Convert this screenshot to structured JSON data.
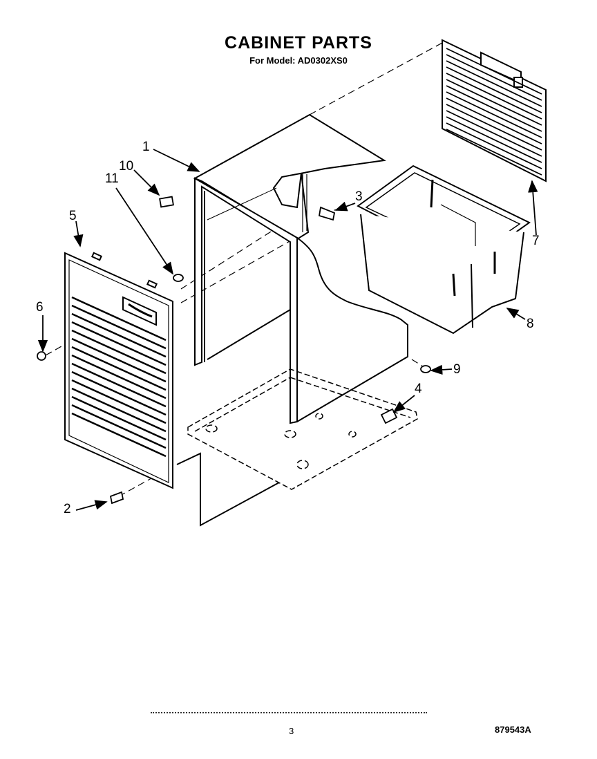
{
  "header": {
    "title": "CABINET PARTS",
    "subtitle": "For Model: AD0302XS0"
  },
  "callouts": [
    {
      "id": "1",
      "label": "1"
    },
    {
      "id": "2",
      "label": "2"
    },
    {
      "id": "3",
      "label": "3"
    },
    {
      "id": "4",
      "label": "4"
    },
    {
      "id": "5",
      "label": "5"
    },
    {
      "id": "6",
      "label": "6"
    },
    {
      "id": "7",
      "label": "7"
    },
    {
      "id": "8",
      "label": "8"
    },
    {
      "id": "9",
      "label": "9"
    },
    {
      "id": "10",
      "label": "10"
    },
    {
      "id": "11",
      "label": "11"
    }
  ],
  "footer": {
    "page_number": "3",
    "document_number": "879543A"
  }
}
